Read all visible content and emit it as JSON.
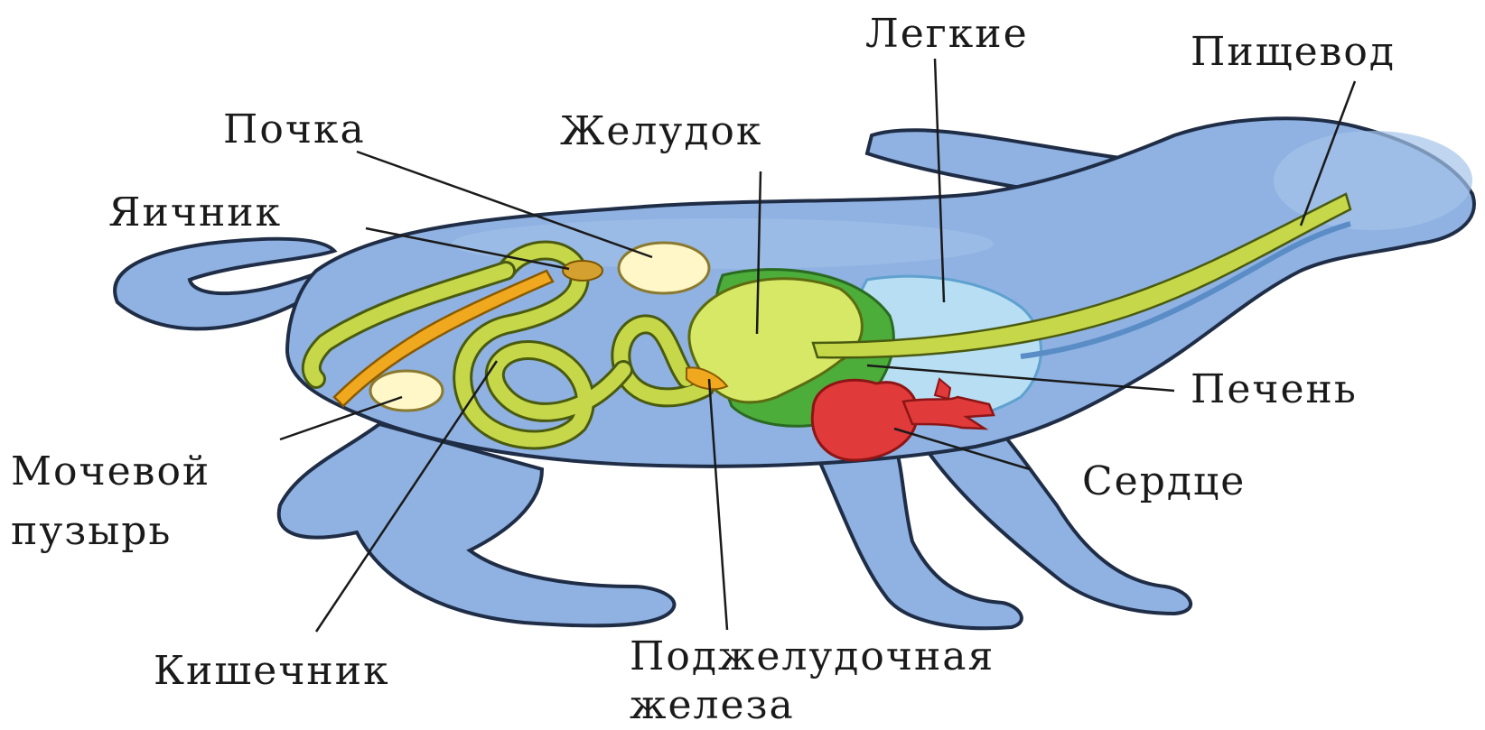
{
  "labels": {
    "lungs": "Легкие",
    "esophagus": "Пищевод",
    "kidney": "Почка",
    "stomach": "Желудок",
    "ovary": "Яичник",
    "liver": "Печень",
    "heart": "Сердце",
    "bladder_line1": "Мочевой",
    "bladder_line2": "пузырь",
    "intestine": "Кишечник",
    "pancreas_line1": "Поджелудочная",
    "pancreas_line2": "железа"
  },
  "colors": {
    "body": "#8fb2e2",
    "body_outline": "#1f2d46",
    "digestive_tract": "#c6d84a",
    "stomach": "#d7e866",
    "liver": "#4cad3a",
    "lungs": "#b8def3",
    "heart": "#e03a3a",
    "ovary_duct": "#f0a81f",
    "kidney": "#fff7c8"
  }
}
